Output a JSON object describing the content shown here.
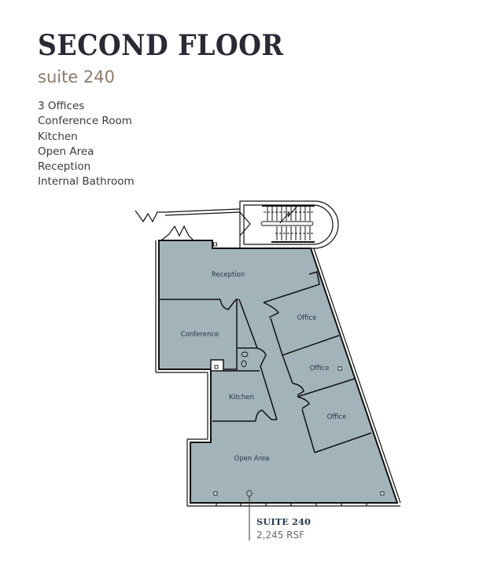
{
  "header": {
    "title": "SECOND FLOOR",
    "subtitle": "suite 240"
  },
  "features": [
    "3 Offices",
    "Conference Room",
    "Kitchen",
    "Open Area",
    "Reception",
    "Internal Bathroom"
  ],
  "floorplan": {
    "fill_color": "#a3b3ba",
    "wall_color": "#111111",
    "rooms": {
      "reception": "Reception",
      "conference": "Conference",
      "office_1": "Office",
      "office_2": "Office",
      "office_3": "Office",
      "kitchen": "Kitchen",
      "open_area": "Open Area"
    }
  },
  "callout": {
    "suite_name": "SUITE 240",
    "area": "2,245 RSF"
  }
}
